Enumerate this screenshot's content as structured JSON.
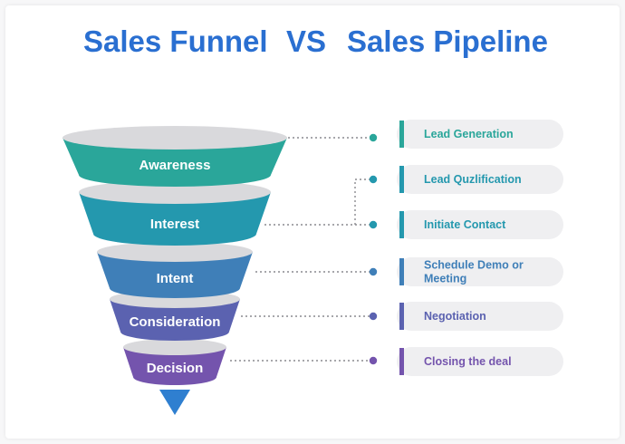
{
  "title": {
    "left": "Sales Funnel",
    "vs": "VS",
    "right": "Sales Pipeline"
  },
  "funnel": {
    "stages": [
      {
        "label": "Awareness",
        "color": "#2aa69a",
        "top_color": "#d9d9dc"
      },
      {
        "label": "Interest",
        "color": "#2498ae",
        "top_color": "#d9d9dc"
      },
      {
        "label": "Intent",
        "color": "#3f7fb8",
        "top_color": "#d9d9dc"
      },
      {
        "label": "Consideration",
        "color": "#5b62b0",
        "top_color": "#d9d9dc"
      },
      {
        "label": "Decision",
        "color": "#7454ad",
        "top_color": "#d9d9dc"
      }
    ],
    "tip_color": "#2f7fd0"
  },
  "pipeline": {
    "items": [
      {
        "lines": [
          "Lead Generation"
        ],
        "accent": "#2aa69a",
        "text_color": "#2aa69a"
      },
      {
        "lines": [
          "Lead Quzlification"
        ],
        "accent": "#2498ae",
        "text_color": "#2498ae"
      },
      {
        "lines": [
          "Initiate Contact"
        ],
        "accent": "#2498ae",
        "text_color": "#2498ae"
      },
      {
        "lines": [
          "Schedule Demo or",
          "Meeting"
        ],
        "accent": "#3f7fb8",
        "text_color": "#3f7fb8"
      },
      {
        "lines": [
          "Negotiation"
        ],
        "accent": "#5b62b0",
        "text_color": "#5b62b0"
      },
      {
        "lines": [
          "Closing the deal"
        ],
        "accent": "#7454ad",
        "text_color": "#7454ad"
      }
    ]
  },
  "colors": {
    "title": "#2a6fd1",
    "connector": "#8a8a8f",
    "pill_bg": "#efeff1"
  }
}
